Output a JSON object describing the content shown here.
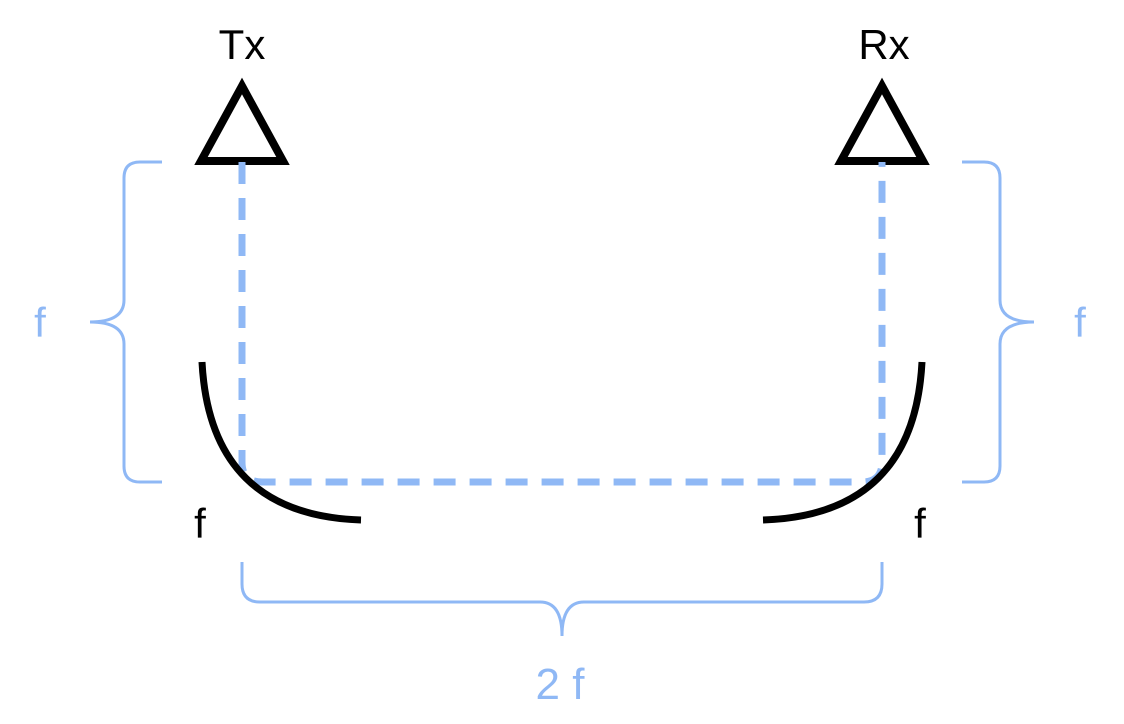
{
  "colors": {
    "ink": "#000000",
    "accent": "#8fb8f5"
  },
  "labels": {
    "transmitter": "Tx",
    "receiver": "Rx",
    "focal_left_mirror": "f",
    "focal_right_mirror": "f",
    "left_distance": "f",
    "right_distance": "f",
    "baseline_distance": "2 f"
  }
}
